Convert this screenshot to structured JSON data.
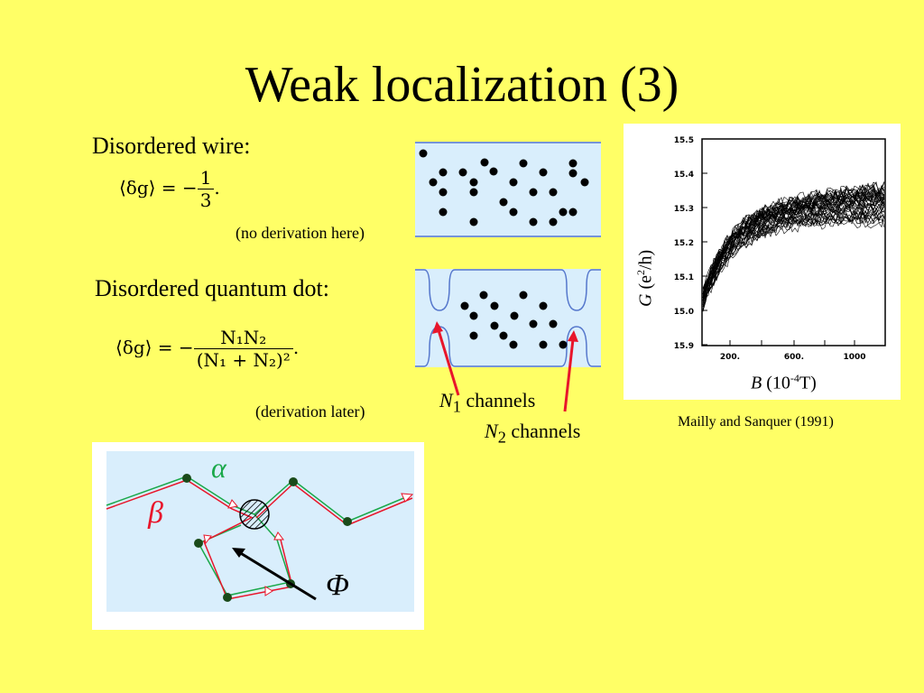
{
  "title": "Weak localization (3)",
  "wire": {
    "label": "Disordered wire:",
    "eq_lhs": "⟨δg⟩ = −",
    "eq_num": "1",
    "eq_den": "3",
    "eq_end": ".",
    "note": "(no derivation here)"
  },
  "dot": {
    "label": "Disordered quantum dot:",
    "eq_lhs": "⟨δg⟩ = −",
    "eq_num": "N₁N₂",
    "eq_den": "(N₁ + N₂)²",
    "eq_end": ".",
    "note": "(derivation later)",
    "n1_sym": "N",
    "n1_sub": "1",
    "n1_text": " channels",
    "n2_sym": "N",
    "n2_sub": "2",
    "n2_text": " channels"
  },
  "plot": {
    "y_sym": "G",
    "y_unit_a": " (e",
    "y_unit_sup": "2",
    "y_unit_b": "/h)",
    "x_sym": "B",
    "x_unit_a": " (10",
    "x_unit_sup": "-4",
    "x_unit_b": "T)",
    "y_ticks": [
      "15.5",
      "15.4",
      "15.3",
      "15.2",
      "15.1",
      "15.0",
      "15.9"
    ],
    "x_ticks": [
      "200.",
      "600.",
      "1000"
    ],
    "citation": "Mailly and Sanquer (1991)"
  },
  "paths": {
    "alpha": "α",
    "beta": "β",
    "phi": "Φ"
  },
  "colors": {
    "background": "#ffff66",
    "panel_fill": "#d9eefc",
    "arrow_red": "#e8162b",
    "path_green": "#1aa84a"
  }
}
